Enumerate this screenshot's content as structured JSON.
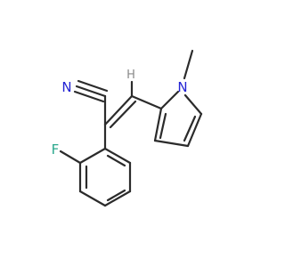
{
  "molecule": {
    "atoms": {
      "nitrogen_nitrile": "N",
      "nitrogen_pyrrole": "N",
      "fluorine": "F",
      "vinyl_hydrogen": "H"
    },
    "colors": {
      "bond": "#2b2b2b",
      "carbon": "#2b2b2b",
      "nitrogen": "#2323d4",
      "fluorine": "#2aa88c",
      "hydrogen": "#8a8a8a"
    }
  }
}
